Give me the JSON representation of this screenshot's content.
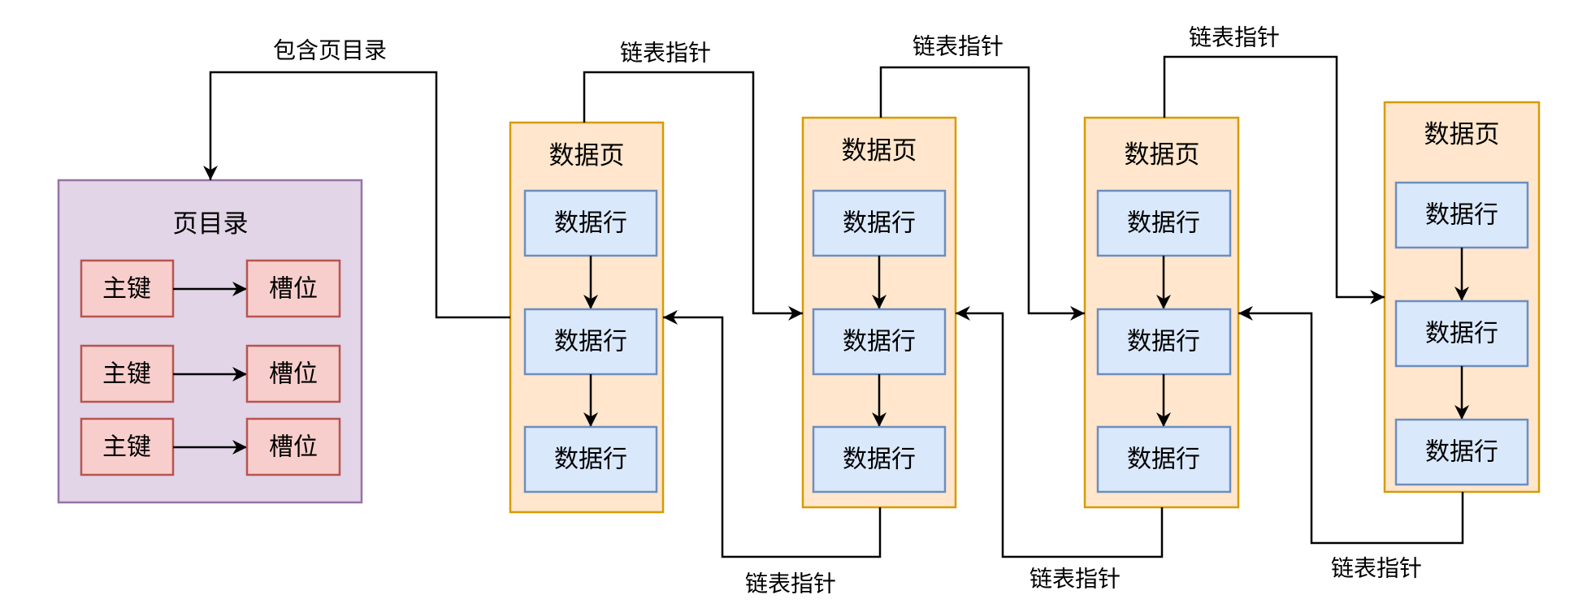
{
  "directory": {
    "title": "页目录",
    "entries": [
      {
        "key": "主键",
        "slot": "槽位"
      },
      {
        "key": "主键",
        "slot": "槽位"
      },
      {
        "key": "主键",
        "slot": "槽位"
      }
    ]
  },
  "pages": [
    {
      "title": "数据页",
      "rows": [
        "数据行",
        "数据行",
        "数据行"
      ]
    },
    {
      "title": "数据页",
      "rows": [
        "数据行",
        "数据行",
        "数据行"
      ]
    },
    {
      "title": "数据页",
      "rows": [
        "数据行",
        "数据行",
        "数据行"
      ]
    },
    {
      "title": "数据页",
      "rows": [
        "数据行",
        "数据行",
        "数据行"
      ]
    }
  ],
  "links": {
    "directory_label": "包含页目录",
    "top_labels": [
      "链表指针",
      "链表指针",
      "链表指针"
    ],
    "bottom_labels": [
      "链表指针",
      "链表指针",
      "链表指针"
    ]
  },
  "colors": {
    "directory_fill": "#e1d5e7",
    "directory_stroke": "#9673a6",
    "entry_fill": "#f8cecc",
    "entry_stroke": "#b85450",
    "page_fill": "#ffe6cc",
    "page_stroke": "#d79b00",
    "row_fill": "#dae8fc",
    "row_stroke": "#6c8ebf"
  }
}
